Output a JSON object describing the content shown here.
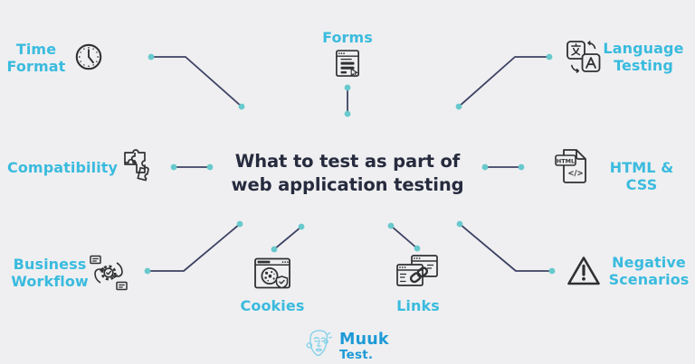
{
  "title": {
    "line1": "What to test as part of",
    "line2": "web application testing"
  },
  "nodes": {
    "time_format": {
      "line1": "Time",
      "line2": "Format",
      "icon": "clock-icon"
    },
    "forms": {
      "label": "Forms",
      "icon": "form-document-icon"
    },
    "language_testing": {
      "line1": "Language",
      "line2": "Testing",
      "icon": "translate-icon"
    },
    "compatibility": {
      "label": "Compatibility",
      "icon": "puzzle-icon"
    },
    "html_css": {
      "label": "HTML & CSS",
      "icon": "html-file-icon"
    },
    "business_workflow": {
      "line1": "Business",
      "line2": "Workflow",
      "icon": "workflow-gear-icon"
    },
    "cookies": {
      "label": "Cookies",
      "icon": "cookie-browser-icon"
    },
    "links": {
      "label": "Links",
      "icon": "link-windows-icon"
    },
    "negative_scenarios": {
      "line1": "Negative",
      "line2": "Scenarios",
      "icon": "warning-triangle-icon"
    }
  },
  "logo": {
    "name": "MuukTest",
    "line1": "Muuk",
    "line2": "Test.",
    "icon": "muuktest-face-icon"
  },
  "colors": {
    "background": "#EFEFF1",
    "label": "#3ABBDE",
    "title": "#262B3E",
    "line": "#3D4263",
    "dot": "#68C9CD",
    "icon": "#2F3032",
    "logo_blue": "#1D9AD6",
    "logo_face": "#86D2E9"
  }
}
